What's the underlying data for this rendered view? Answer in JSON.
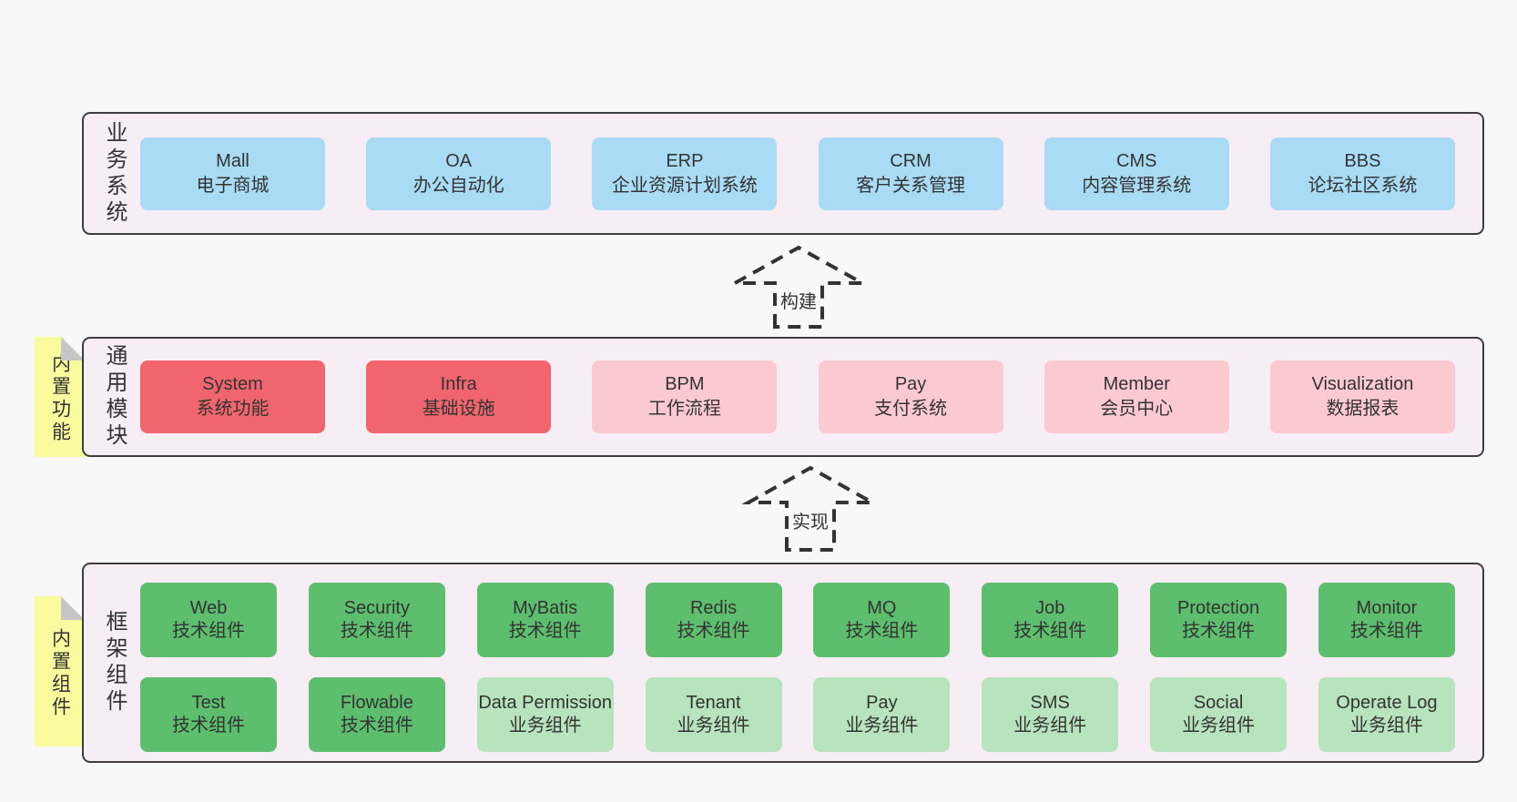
{
  "colors": {
    "page_bg": "#f8f8f8",
    "layer_bg": "#f7edf5",
    "layer_border": "#3d3d3d",
    "box_blue": "#a9dbf5",
    "box_red": "#f1666e",
    "box_pink": "#fbcad1",
    "box_green_dark": "#5dbe6e",
    "box_green_light": "#b8e4bd",
    "note_yellow": "#fafa9e",
    "note_fold_gray": "#c6c6c6",
    "text": "#333333"
  },
  "arrows": [
    {
      "label": "构建"
    },
    {
      "label": "实现"
    }
  ],
  "sections": {
    "business": {
      "label": "业务系统",
      "boxes": [
        {
          "title": "Mall",
          "subtitle": "电子商城",
          "variant": "blue"
        },
        {
          "title": "OA",
          "subtitle": "办公自动化",
          "variant": "blue"
        },
        {
          "title": "ERP",
          "subtitle": "企业资源计划系统",
          "variant": "blue"
        },
        {
          "title": "CRM",
          "subtitle": "客户关系管理",
          "variant": "blue"
        },
        {
          "title": "CMS",
          "subtitle": "内容管理系统",
          "variant": "blue"
        },
        {
          "title": "BBS",
          "subtitle": "论坛社区系统",
          "variant": "blue"
        }
      ]
    },
    "modules": {
      "label": "通用模块",
      "note": "内置功能",
      "boxes": [
        {
          "title": "System",
          "subtitle": "系统功能",
          "variant": "red"
        },
        {
          "title": "Infra",
          "subtitle": "基础设施",
          "variant": "red"
        },
        {
          "title": "BPM",
          "subtitle": "工作流程",
          "variant": "pink"
        },
        {
          "title": "Pay",
          "subtitle": "支付系统",
          "variant": "pink"
        },
        {
          "title": "Member",
          "subtitle": "会员中心",
          "variant": "pink"
        },
        {
          "title": "Visualization",
          "subtitle": "数据报表",
          "variant": "pink"
        }
      ]
    },
    "framework": {
      "label": "框架组件",
      "note": "内置组件",
      "rows": [
        [
          {
            "title": "Web",
            "subtitle": "技术组件",
            "variant": "green-dark"
          },
          {
            "title": "Security",
            "subtitle": "技术组件",
            "variant": "green-dark"
          },
          {
            "title": "MyBatis",
            "subtitle": "技术组件",
            "variant": "green-dark"
          },
          {
            "title": "Redis",
            "subtitle": "技术组件",
            "variant": "green-dark"
          },
          {
            "title": "MQ",
            "subtitle": "技术组件",
            "variant": "green-dark"
          },
          {
            "title": "Job",
            "subtitle": "技术组件",
            "variant": "green-dark"
          },
          {
            "title": "Protection",
            "subtitle": "技术组件",
            "variant": "green-dark"
          },
          {
            "title": "Monitor",
            "subtitle": "技术组件",
            "variant": "green-dark"
          }
        ],
        [
          {
            "title": "Test",
            "subtitle": "技术组件",
            "variant": "green-dark"
          },
          {
            "title": "Flowable",
            "subtitle": "技术组件",
            "variant": "green-dark"
          },
          {
            "title": "Data Permission",
            "subtitle": "业务组件",
            "variant": "green-light"
          },
          {
            "title": "Tenant",
            "subtitle": "业务组件",
            "variant": "green-light"
          },
          {
            "title": "Pay",
            "subtitle": "业务组件",
            "variant": "green-light"
          },
          {
            "title": "SMS",
            "subtitle": "业务组件",
            "variant": "green-light"
          },
          {
            "title": "Social",
            "subtitle": "业务组件",
            "variant": "green-light"
          },
          {
            "title": "Operate Log",
            "subtitle": "业务组件",
            "variant": "green-light"
          }
        ]
      ]
    }
  }
}
